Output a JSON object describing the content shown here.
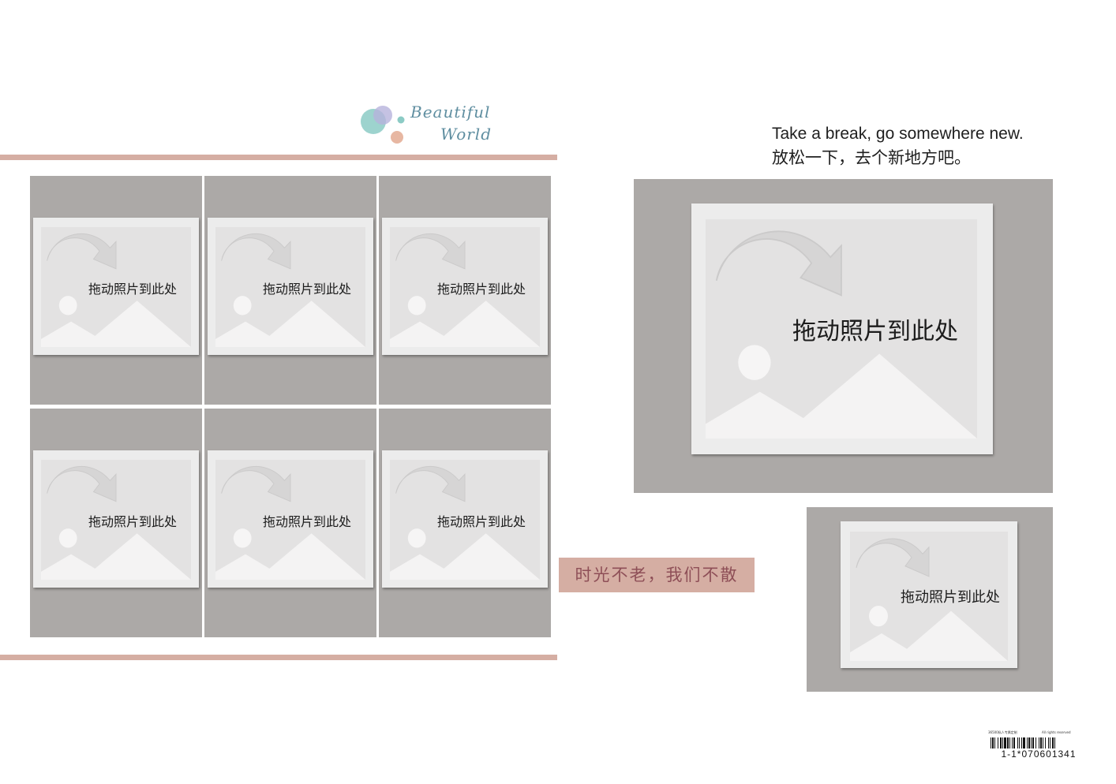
{
  "logo": {
    "line1": "Beautiful",
    "line2": "World"
  },
  "placeholder_label": "拖动照片到此处",
  "quote": {
    "english": "Take a break, go somewhere new.",
    "chinese": "放松一下，去个新地方吧。"
  },
  "banner": {
    "text": "时光不老，我们不散"
  },
  "barcode": {
    "caption_left": "36500私人专属定制",
    "caption_right": "All rights reserved",
    "number": "1-1*070601341"
  },
  "colors": {
    "accent": "#d5aea3",
    "frame_gray": "#aca9a7",
    "banner_text": "#8e4f57",
    "logo_text": "#5f8ea0"
  },
  "grid_slots": [
    {
      "label": "拖动照片到此处"
    },
    {
      "label": "拖动照片到此处"
    },
    {
      "label": "拖动照片到此处"
    },
    {
      "label": "拖动照片到此处"
    },
    {
      "label": "拖动照片到此处"
    },
    {
      "label": "拖动照片到此处"
    }
  ],
  "large_slot": {
    "label": "拖动照片到此处"
  },
  "small_slot": {
    "label": "拖动照片到此处"
  }
}
